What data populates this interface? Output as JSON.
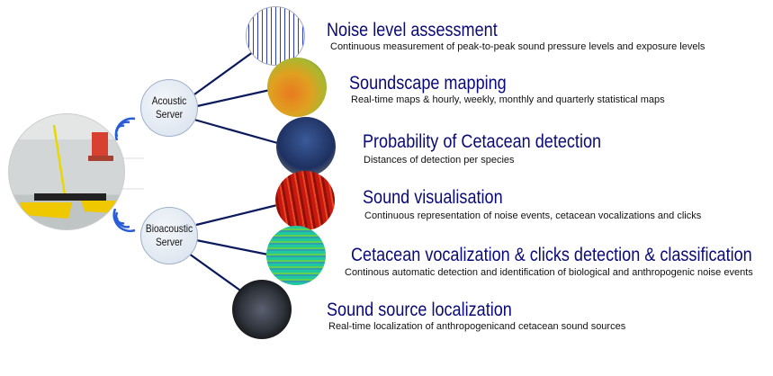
{
  "servers": {
    "acoustic": "Acoustic Server",
    "bioacoustic": "Bioacoustic Server"
  },
  "features": [
    {
      "title": "Noise level assessment",
      "desc": "Continuous measurement of peak-to-peak sound pressure levels and exposure levels"
    },
    {
      "title": "Soundscape mapping",
      "desc": "Real-time maps & hourly, weekly, monthly and quarterly statistical maps"
    },
    {
      "title": "Probability of Cetacean detection",
      "desc": "Distances of detection per species"
    },
    {
      "title": "Sound visualisation",
      "desc": "Continuous representation of noise events, cetacean vocalizations and clicks"
    },
    {
      "title": "Cetacean vocalization & clicks detection & classification",
      "desc": "Continous automatic detection and identification of biological and anthropogenic noise events"
    },
    {
      "title": "Sound source localization",
      "desc": "Real-time localization of anthropogenicand cetacean sound sources"
    }
  ],
  "colors": {
    "title": "#0a0a78",
    "line": "#0b1a5c",
    "wave": "#2a5cd8"
  }
}
